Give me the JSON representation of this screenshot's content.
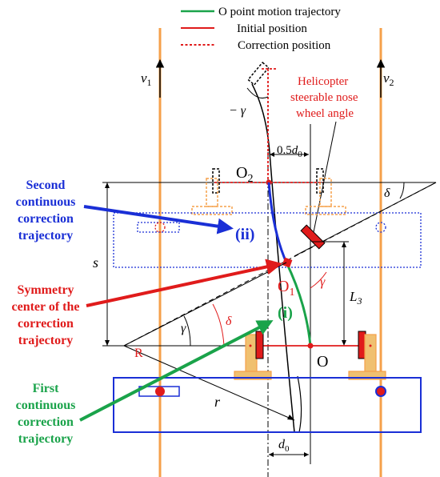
{
  "legend": {
    "items": [
      {
        "label": "O point motion trajectory",
        "style": "solid",
        "color": "#1aa34a"
      },
      {
        "label": "Initial position",
        "style": "solid",
        "color": "#e01b1b"
      },
      {
        "label": "Correction position",
        "style": "dashed",
        "color": "#e01b1b"
      }
    ]
  },
  "labels": {
    "v1": "v",
    "v1_sub": "1",
    "v2": "v",
    "v2_sub": "2",
    "neg_gamma": "− γ",
    "helicopter_note": [
      "Helicopter",
      "steerable nose",
      "wheel angle"
    ],
    "half_d0": "0.5",
    "half_d0_var": "d",
    "half_d0_sub": "0",
    "O2": "O",
    "O2_sub": "2",
    "O1": "O",
    "O1_sub": "1",
    "O": "O",
    "R": "R",
    "s": "s",
    "r": "r",
    "L3": "L",
    "L3_sub": "3",
    "delta_top": "δ",
    "delta_mid": "δ",
    "gamma_left": "γ",
    "gamma_right": "γ",
    "d0": "d",
    "d0_sub": "0",
    "step_ii": "(ii)",
    "step_i": "(i)"
  },
  "annotations": {
    "second_trajectory": [
      "Second",
      "continuous",
      "correction",
      "trajectory"
    ],
    "symmetry_center": [
      "Symmetry",
      "center of the",
      "correction",
      "trajectory"
    ],
    "first_trajectory": [
      "First",
      "continuous",
      "correction",
      "trajectory"
    ]
  },
  "colors": {
    "orange": "#f5a04a",
    "green": "#1aa34a",
    "red": "#e01b1b",
    "blue": "#1a2fd6",
    "black": "#000000"
  }
}
